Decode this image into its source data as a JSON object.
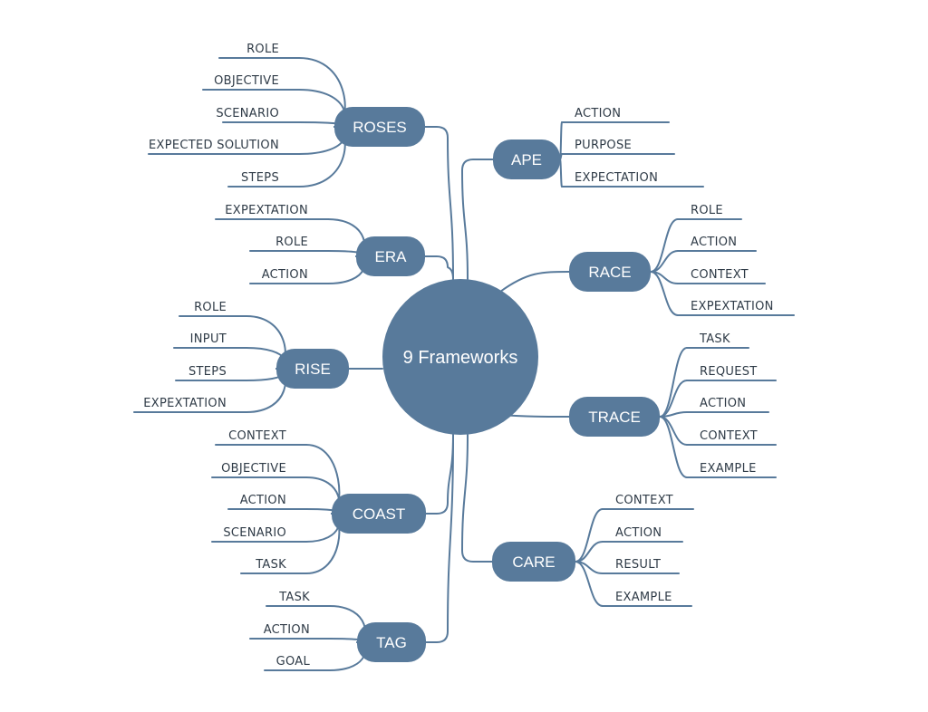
{
  "center": "9 Frameworks",
  "colors": {
    "node": "#587a9b",
    "line": "#587a9b",
    "leaf_text": "#2f3b47",
    "background": "#ffffff"
  },
  "frameworks": [
    {
      "name": "ROSES",
      "items": [
        "ROLE",
        "OBJECTIVE",
        "SCENARIO",
        "EXPECTED SOLUTION",
        "STEPS"
      ]
    },
    {
      "name": "ERA",
      "items": [
        "EXPEXTATION",
        "ROLE",
        "ACTION"
      ]
    },
    {
      "name": "RISE",
      "items": [
        "ROLE",
        "INPUT",
        "STEPS",
        "EXPEXTATION"
      ]
    },
    {
      "name": "COAST",
      "items": [
        "CONTEXT",
        "OBJECTIVE",
        "ACTION",
        "SCENARIO",
        "TASK"
      ]
    },
    {
      "name": "TAG",
      "items": [
        "TASK",
        "ACTION",
        "GOAL"
      ]
    },
    {
      "name": "APE",
      "items": [
        "ACTION",
        "PURPOSE",
        "EXPECTATION"
      ]
    },
    {
      "name": "RACE",
      "items": [
        "ROLE",
        "ACTION",
        "CONTEXT",
        "EXPEXTATION"
      ]
    },
    {
      "name": "TRACE",
      "items": [
        "TASK",
        "REQUEST",
        "ACTION",
        "CONTEXT",
        "EXAMPLE"
      ]
    },
    {
      "name": "CARE",
      "items": [
        "CONTEXT",
        "ACTION",
        "RESULT",
        "EXAMPLE"
      ]
    }
  ]
}
